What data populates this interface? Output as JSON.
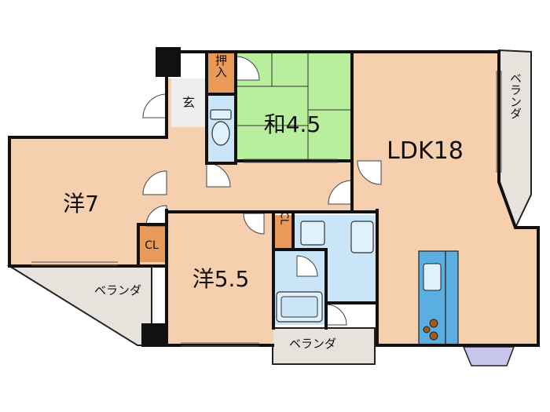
{
  "rooms": {
    "ldk": {
      "label": "LDK18"
    },
    "washitsu": {
      "label": "和4.5"
    },
    "western_7": {
      "label": "洋7"
    },
    "western_55": {
      "label": "洋5.5"
    }
  },
  "storage": {
    "oshiire": "押入",
    "cl_west7": "CL",
    "cl_center": "CL"
  },
  "entry": {
    "label": "玄"
  },
  "balconies": {
    "east": "ベランダ",
    "southwest": "ベランダ",
    "south": "ベランダ"
  },
  "colors": {
    "room_floor": "#f5cfae",
    "tatami": "#b8ef9c",
    "storage": "#e99a58",
    "wet_area": "#c9e5f7",
    "balcony": "#e8e2dc",
    "wall": "#111111",
    "kitchen_counter": "#5aaee0",
    "bay_window": "#c9c6ee"
  }
}
